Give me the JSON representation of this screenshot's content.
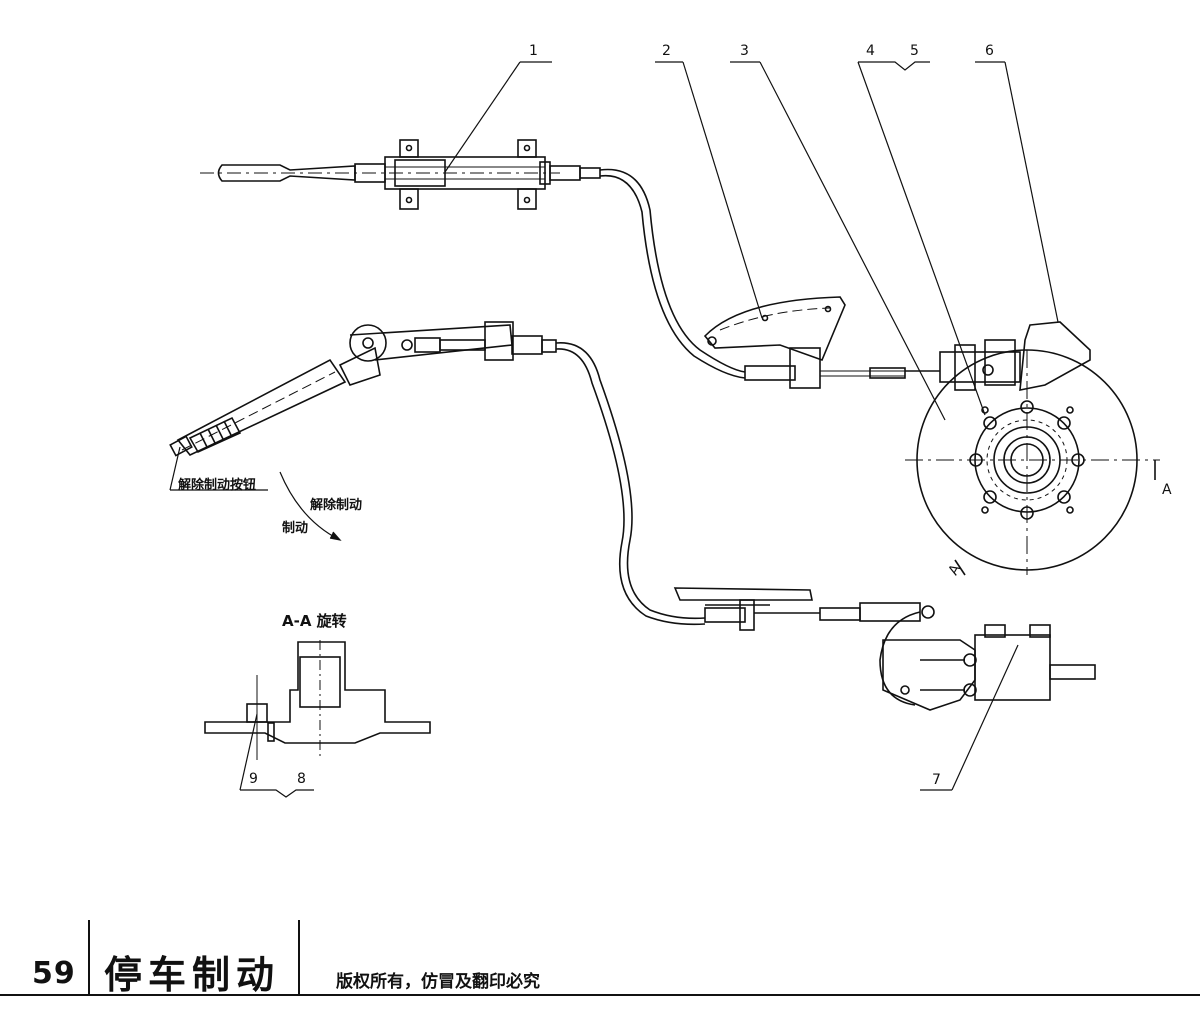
{
  "part_labels": {
    "p1": "1",
    "p2": "2",
    "p3": "3",
    "p4": "4",
    "p5": "5",
    "p6": "6",
    "p7": "7",
    "p8": "8",
    "p9": "9"
  },
  "annotations": {
    "release_button": "解除制动按钮",
    "release_brake": "解除制动",
    "brake": "制动",
    "section_a": "A",
    "section_a2": "A",
    "section_view": "A-A 旋转"
  },
  "footer": {
    "page_number": "59",
    "title": "停车制动",
    "copyright": "版权所有，仿冒及翻印必究"
  },
  "colors": {
    "ink": "#111111",
    "paper": "#ffffff"
  }
}
